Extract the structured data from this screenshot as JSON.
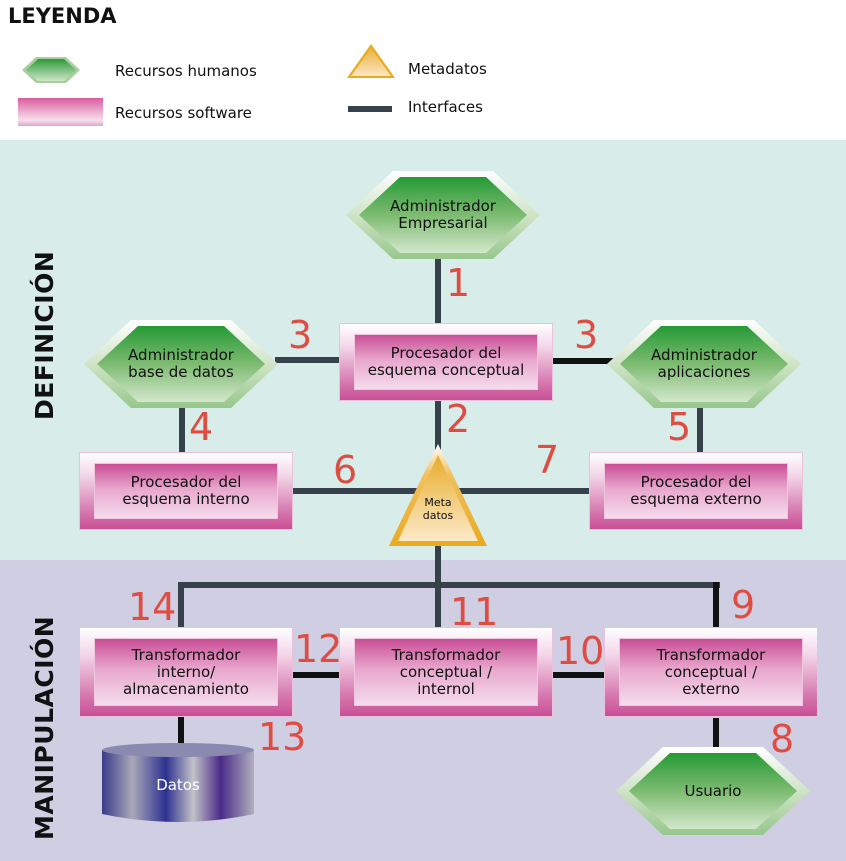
{
  "legend": {
    "title": "LEYENDA",
    "items": [
      {
        "icon": "hexagon-icon",
        "label": "Recursos humanos"
      },
      {
        "icon": "rectangle-icon",
        "label": "Recursos software"
      },
      {
        "icon": "triangle-icon",
        "label": "Metadatos"
      },
      {
        "icon": "line-icon",
        "label": "Interfaces"
      }
    ]
  },
  "colors": {
    "human_resource": "#3aa040",
    "software_resource": "#c94e96",
    "metadata": "#e8ab20",
    "interface": "#37414c",
    "number": "#de4c42",
    "definition_band": "#d8ecea",
    "manipulation_band": "#d0cee3",
    "database": "#3b3a8a"
  },
  "sections": {
    "definition": "DEFINICIÓN",
    "manipulation": "MANIPULACIÓN"
  },
  "nodes": {
    "admin_empresarial": "Administrador\nEmpresarial",
    "admin_bd": "Administrador\nbase de datos",
    "admin_apps": "Administrador\naplicaciones",
    "proc_conceptual": "Procesador del\nesquema conceptual",
    "proc_interno": "Procesador del\nesquema interno",
    "proc_externo": "Procesador del\nesquema externo",
    "metadatos": "Meta\ndatos",
    "trans_interno": "Transformador\ninterno/\nalmacenamiento",
    "trans_conc_interno": "Transformador\nconceptual /\ninternol",
    "trans_conc_externo": "Transformador\nconceptual /\nexterno",
    "datos": "Datos",
    "usuario": "Usuario"
  },
  "interfaces": [
    "1",
    "2",
    "3",
    "3",
    "4",
    "5",
    "6",
    "7",
    "8",
    "9",
    "10",
    "11",
    "12",
    "13",
    "14"
  ]
}
